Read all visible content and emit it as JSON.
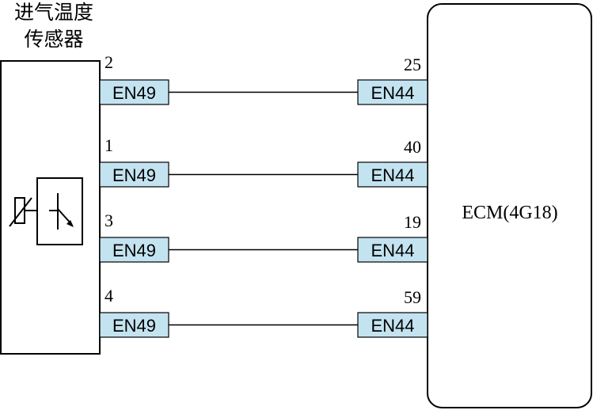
{
  "sensor": {
    "title_line1": "进气温度",
    "title_line2": "传感器"
  },
  "ecm": {
    "label": "ECM(4G18)"
  },
  "wires": [
    {
      "sensor_pin": "2",
      "sensor_connector": "EN49",
      "ecm_pin": "25",
      "ecm_connector": "EN44"
    },
    {
      "sensor_pin": "1",
      "sensor_connector": "EN49",
      "ecm_pin": "40",
      "ecm_connector": "EN44"
    },
    {
      "sensor_pin": "3",
      "sensor_connector": "EN49",
      "ecm_pin": "19",
      "ecm_connector": "EN44"
    },
    {
      "sensor_pin": "4",
      "sensor_connector": "EN49",
      "ecm_pin": "59",
      "ecm_connector": "EN44"
    }
  ],
  "colors": {
    "connector_fill": "#c4e3f1",
    "stroke": "#000000"
  }
}
